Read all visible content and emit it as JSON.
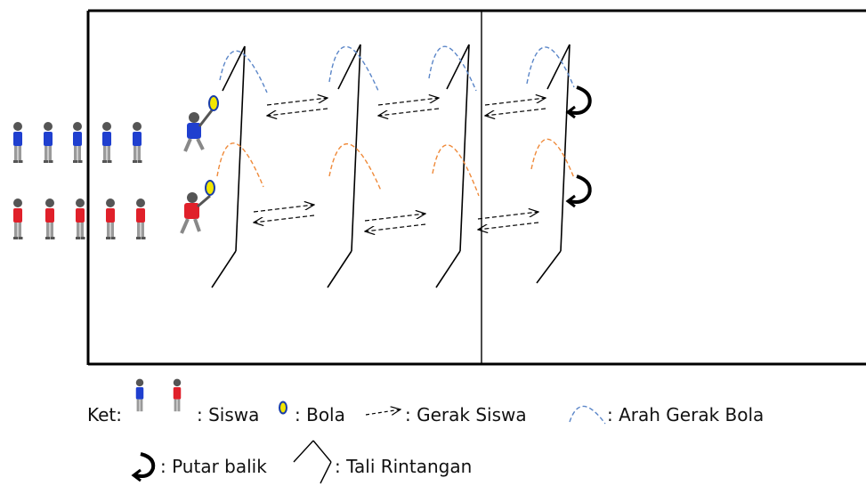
{
  "legend": {
    "prefix": "Ket:",
    "siswa": ": Siswa",
    "bola": ": Bola",
    "gerak_siswa": ": Gerak Siswa",
    "arah_gerak_bola": ": Arah Gerak Bola",
    "putar_balik": ": Putar balik",
    "tali_rintangan": ": Tali Rintangan"
  },
  "colors": {
    "team_blue": "#1f3fcf",
    "team_red": "#e0202a",
    "ball_fill": "#f2e600",
    "ball_outline": "#1a3ea8",
    "ball_path_blue": "#5b86c8",
    "ball_path_orange": "#ef8a3a",
    "line": "#000000"
  },
  "icons": {
    "student": "student-icon",
    "ball": "ball-icon",
    "movement_arrow": "dashed-double-arrow-icon",
    "ball_path": "dashed-arc-icon",
    "turn_back": "u-turn-arrow-icon",
    "rope_obstacle": "rope-obstacle-icon"
  }
}
